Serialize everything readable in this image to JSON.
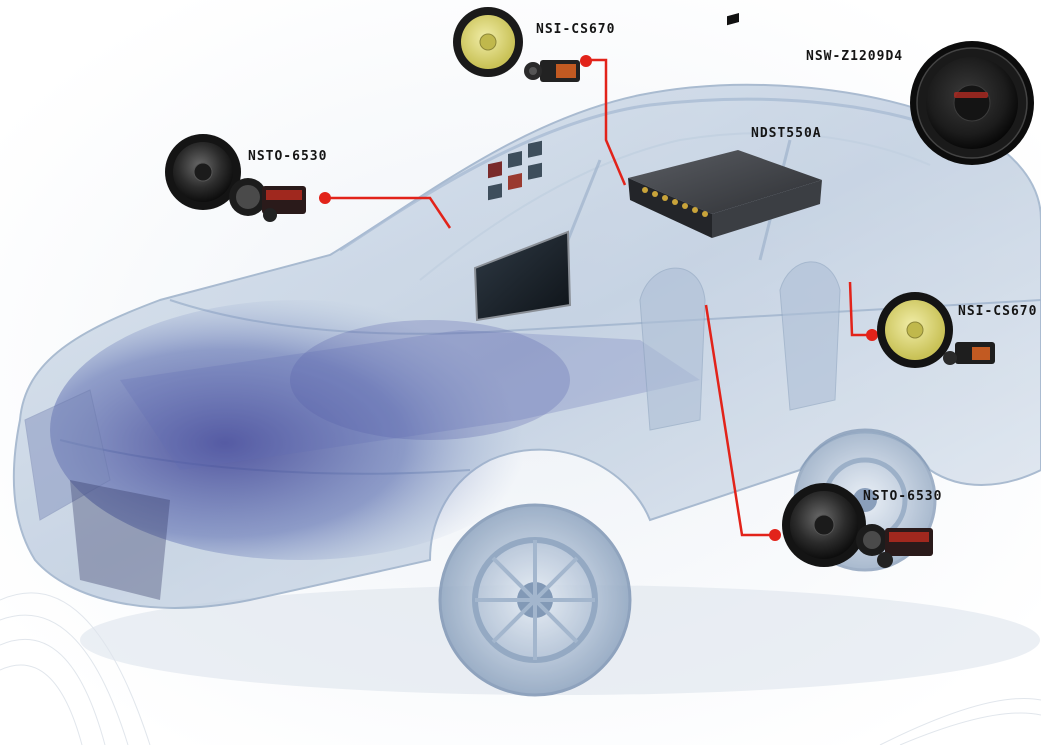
{
  "labels": {
    "front_left_speaker": "NSTO-6530",
    "top_center_speaker": "NSI-CS670",
    "subwoofer": "NSW-Z1209D4",
    "processor": "NDST550A",
    "right_mid_speaker": "NSI-CS670",
    "rear_speaker": "NSTO-6530"
  },
  "colors": {
    "callout_line": "#e2231a",
    "car_glass": "#9bb3cf",
    "car_interior": "#3b3f8c",
    "label_text": "#151515",
    "speaker_cone_yellow": "#d7d26a"
  }
}
